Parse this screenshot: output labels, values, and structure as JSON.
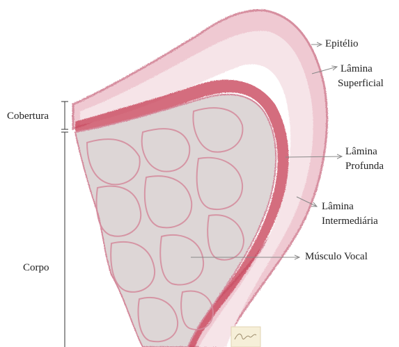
{
  "diagram": {
    "labels": {
      "epitelio": "Epitélio",
      "lamina_superficial": [
        "Lâmina",
        "Superficial"
      ],
      "lamina_profunda": [
        "Lâmina",
        "Profunda"
      ],
      "lamina_intermediaria": [
        "Lâmina",
        "Intermediária"
      ],
      "musculo_vocal": "Músculo Vocal",
      "cobertura": "Cobertura",
      "corpo": "Corpo"
    },
    "watermark": "Behlau",
    "colors": {
      "tissue_pink": "#e9b4c0",
      "tissue_dark": "#c9445a",
      "muscle_fill": "#ddd6d6",
      "muscle_border": "#d48a9c",
      "line": "#888888"
    }
  }
}
